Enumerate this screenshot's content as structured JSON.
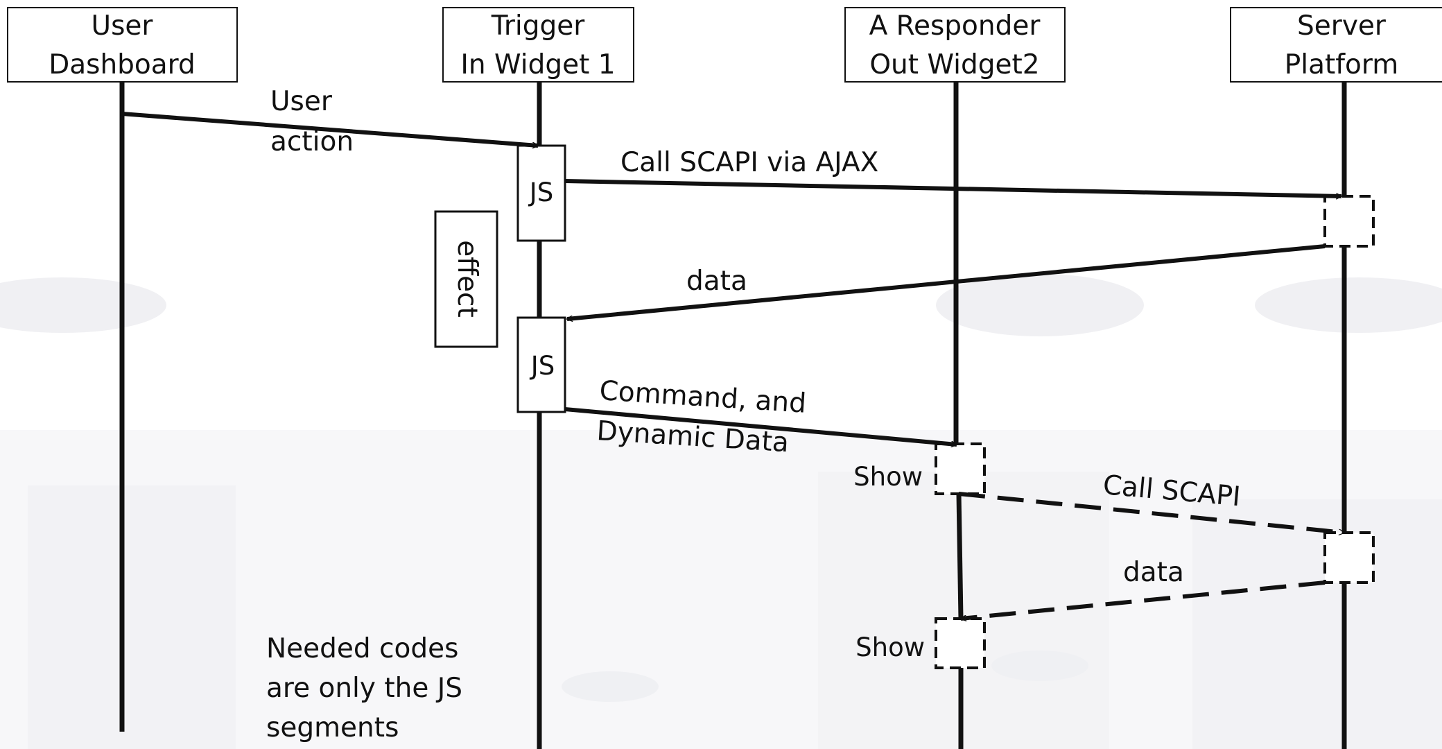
{
  "lifelines": {
    "user_dashboard": {
      "line1": "User",
      "line2": "Dashboard"
    },
    "trigger_widget": {
      "line1": "Trigger",
      "line2": "In Widget 1"
    },
    "responder_widget": {
      "line1": "A Responder",
      "line2": "Out Widget2"
    },
    "server_platform": {
      "line1": "Server",
      "line2": "Platform"
    }
  },
  "activations": {
    "js_1": "JS",
    "js_2": "JS",
    "show_1": "Show",
    "show_2": "Show"
  },
  "side_box": {
    "effect": "effect"
  },
  "messages": {
    "user_action": {
      "line1": "User",
      "line2": "action"
    },
    "call_scapi_ajax": "Call SCAPI via AJAX",
    "data_return_1": "data",
    "command_dynamic": {
      "line1": "Command, and",
      "line2": "Dynamic Data"
    },
    "call_scapi": "Call SCAPI",
    "data_return_2": "data"
  },
  "note": {
    "line1": "Needed codes",
    "line2": "are only the JS",
    "line3": "segments"
  },
  "colors": {
    "line": "#111111",
    "background": "#ffffff",
    "watermark": "#e9eaee"
  }
}
